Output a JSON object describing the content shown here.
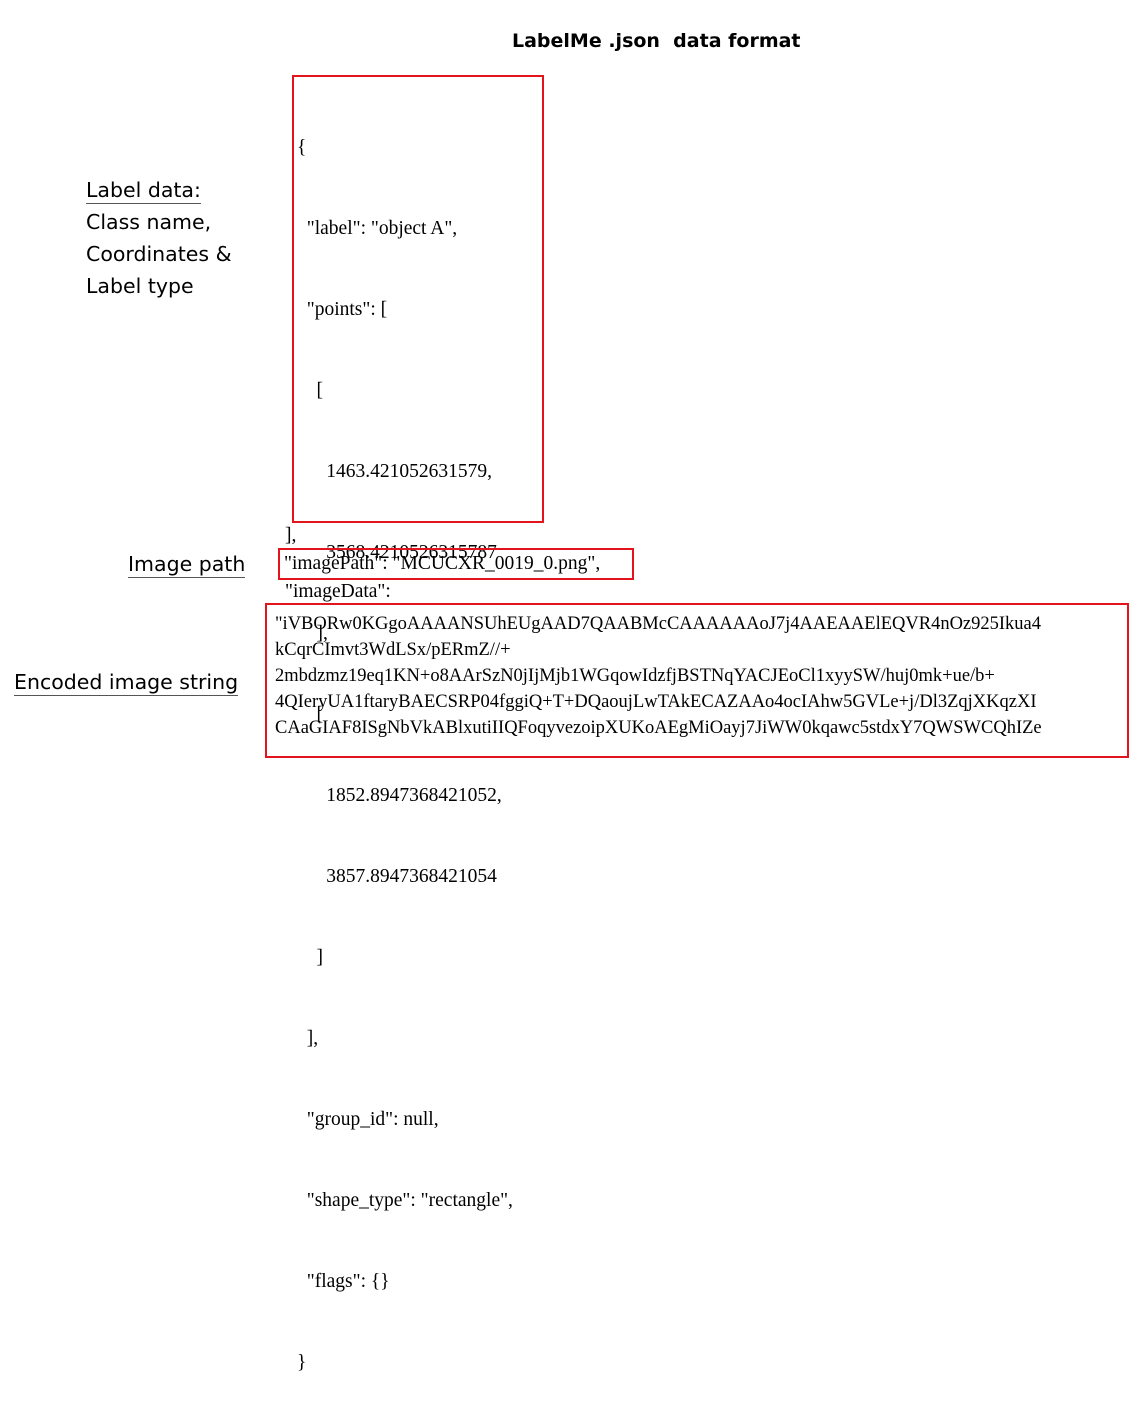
{
  "title": "LabelMe .json  data format",
  "label_data": {
    "lines": [
      "Label data:",
      "Class name,",
      "Coordinates &",
      "Label type"
    ]
  },
  "image_path_label": "Image path",
  "encoded_label": "Encoded image string",
  "json_block": {
    "lines": [
      "{",
      "  \"label\": \"object A\",",
      "  \"points\": [",
      "    [",
      "      1463.421052631579,",
      "      3568.4210526315787",
      "    ],",
      "    [",
      "      1852.8947368421052,",
      "      3857.8947368421054",
      "    ]",
      "  ],",
      "  \"group_id\": null,",
      "  \"shape_type\": \"rectangle\",",
      "  \"flags\": {}",
      "}"
    ]
  },
  "closing_bracket": "],",
  "image_path_line": "\"imagePath\": \"MCUCXR_0019_0.png\",",
  "image_data_key": "\"imageData\":",
  "encoded_lines": [
    "\"iVBORw0KGgoAAAANSUhEUgAAD7QAABMcCAAAAAAoJ7j4AAEAAElEQVR4nOz925Ikua4",
    "kCqrCImvt3WdLSx/pERmZ//+",
    "2mbdzmz19eq1KN+o8AArSzN0jIjMjb1WGqowIdzfjBSTNqYACJEoCl1xyySW/huj0mk+ue/b+",
    "4QIeryUA1ftaryBAECSRP04fggiQ+T+DQaoujLwTAkECAZAAo4ocIAhw5GVLe+j/Dl3ZqjXKqzXI",
    "CAaGIAF8ISgNbVkABlxutiIIQFoqyvezoipXUKoAEgMiOayj7JiWW0kqawc5stdxY7QWSWCQhIZe"
  ],
  "colors": {
    "box_red": "#e3141b",
    "text": "#000000"
  }
}
